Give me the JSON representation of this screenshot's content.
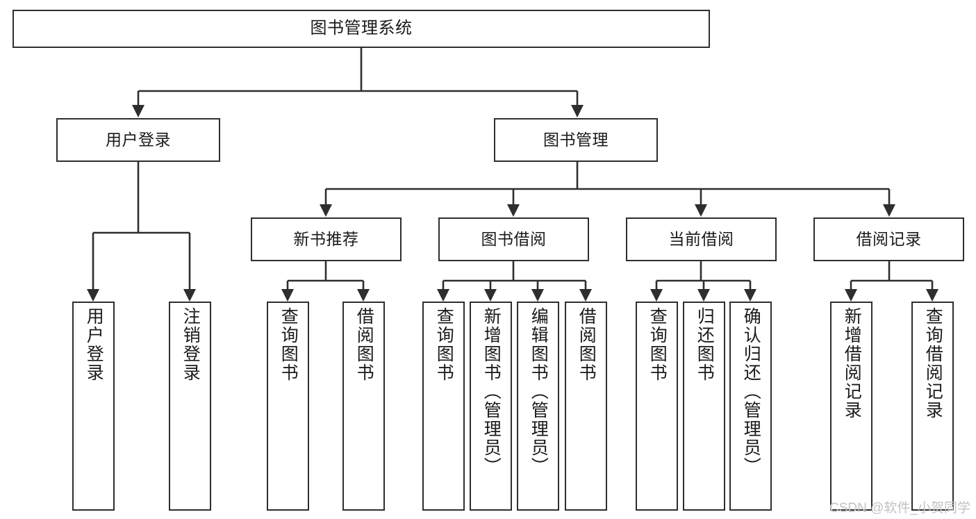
{
  "diagram": {
    "title": "图书管理系统",
    "type": "tree",
    "watermark": "CSDN @软件_小贺同学",
    "colors": {
      "background": "#ffffff",
      "node_fill": "#ffffff",
      "node_border": "#2e2e2e",
      "connector": "#2e2e2e",
      "text": "#1a1a1a",
      "watermark": "#c2c2c2"
    },
    "root": {
      "label": "图书管理系统"
    },
    "level2": [
      {
        "label": "用户登录"
      },
      {
        "label": "图书管理"
      }
    ],
    "level3": [
      {
        "label": "新书推荐"
      },
      {
        "label": "图书借阅"
      },
      {
        "label": "当前借阅"
      },
      {
        "label": "借阅记录"
      }
    ],
    "leaves": {
      "user_login": [
        {
          "label": "用户登录"
        },
        {
          "label": "注销登录"
        }
      ],
      "new_book_recommend": [
        {
          "label": "查询图书"
        },
        {
          "label": "借阅图书"
        }
      ],
      "book_borrow": [
        {
          "label": "查询图书"
        },
        {
          "label": "新增图书（管理员）"
        },
        {
          "label": "编辑图书（管理员）"
        },
        {
          "label": "借阅图书"
        }
      ],
      "current_borrow": [
        {
          "label": "查询图书"
        },
        {
          "label": "归还图书"
        },
        {
          "label": "确认归还（管理员）"
        }
      ],
      "borrow_record": [
        {
          "label": "新增借阅记录"
        },
        {
          "label": "查询借阅记录"
        }
      ]
    }
  }
}
